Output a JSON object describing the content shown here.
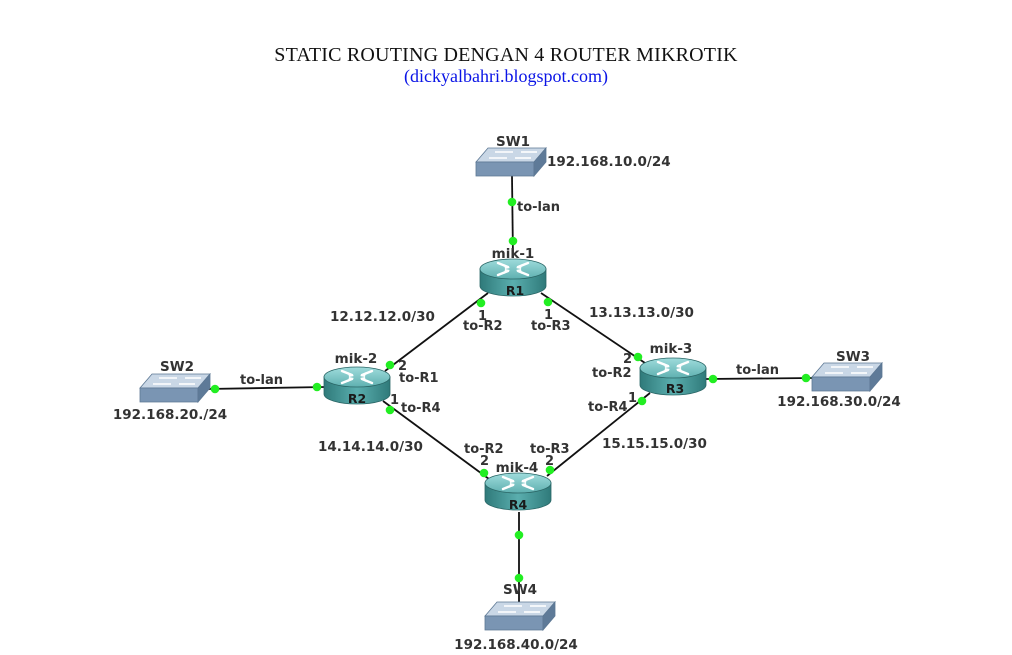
{
  "title": "STATIC ROUTING DENGAN 4 ROUTER MIKROTIK",
  "subtitle": "(dickyalbahri.blogspot.com)",
  "colors": {
    "link": "#111111",
    "port": "#22ee22",
    "router": "#4a9a9a",
    "switch": "#7a95b3",
    "subtitle": "#0a14e6"
  },
  "routers": [
    {
      "id": "mik-1",
      "label": "R1"
    },
    {
      "id": "mik-2",
      "label": "R2"
    },
    {
      "id": "mik-3",
      "label": "R3"
    },
    {
      "id": "mik-4",
      "label": "R4"
    }
  ],
  "switches": [
    {
      "id": "SW1",
      "network": "192.168.10.0/24"
    },
    {
      "id": "SW2",
      "network": "192.168.20./24"
    },
    {
      "id": "SW3",
      "network": "192.168.30.0/24"
    },
    {
      "id": "SW4",
      "network": "192.168.40.0/24"
    }
  ],
  "links": [
    {
      "network": "12.12.12.0/30",
      "port_a": "1",
      "name_a": "to-R2",
      "port_b": "2",
      "name_b": "to-R1"
    },
    {
      "network": "13.13.13.0/30",
      "port_a": "1",
      "name_a": "to-R3",
      "port_b": "2",
      "name_b": "to-R2"
    },
    {
      "network": "14.14.14.0/30",
      "port_a": "1",
      "name_a": "to-R4",
      "port_b": "2",
      "name_b": "to-R2"
    },
    {
      "network": "15.15.15.0/30",
      "port_a": "1",
      "name_a": "to-R4",
      "port_b": "2",
      "name_b": "to-R3"
    }
  ],
  "lan_label": "to-lan"
}
